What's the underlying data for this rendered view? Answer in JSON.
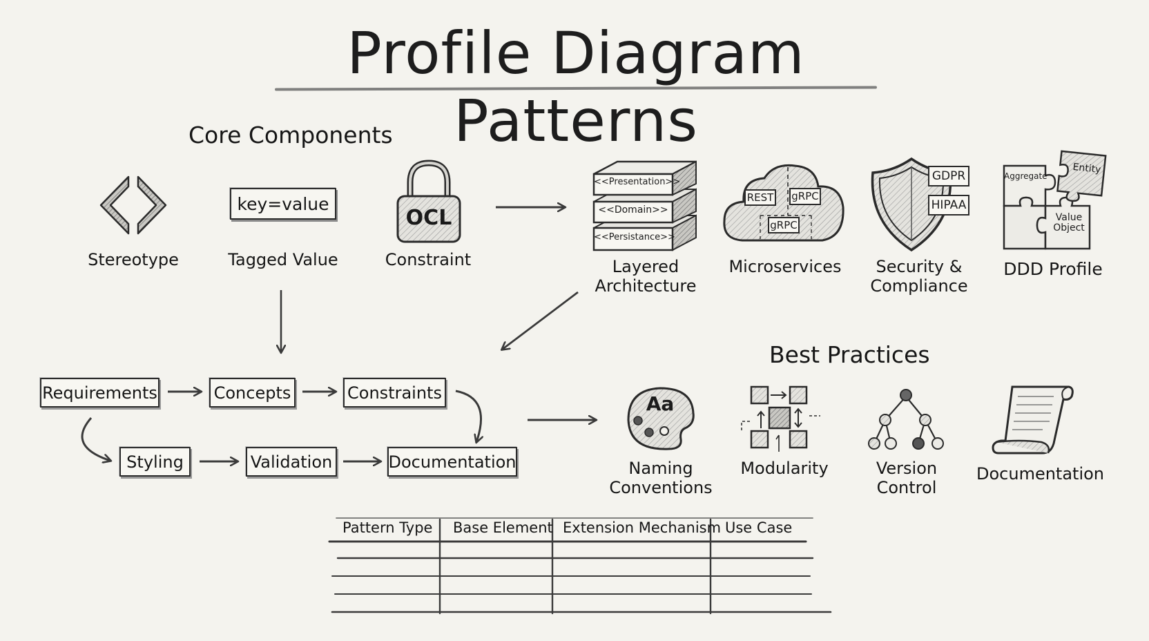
{
  "title": "Profile Diagram Patterns",
  "core_components": {
    "heading": "Core Components",
    "items": [
      {
        "label": "Stereotype",
        "icon": "angle-brackets-icon"
      },
      {
        "label": "Tagged Value",
        "icon": "tag-box-icon",
        "box_text": "key=value"
      },
      {
        "label": "Constraint",
        "icon": "padlock-icon",
        "lock_text": "OCL"
      }
    ]
  },
  "patterns": [
    {
      "label_line1": "Layered",
      "label_line2": "Architecture",
      "icon": "layer-stack-icon",
      "layers": [
        "<<Presentation>>",
        "<<Domain>>",
        "<<Persistance>>"
      ]
    },
    {
      "label": "Microservices",
      "icon": "cloud-icon",
      "tags": [
        "REST",
        "gRPC",
        "gRPC"
      ]
    },
    {
      "label_line1": "Security &",
      "label_line2": "Compliance",
      "icon": "shield-icon",
      "tags": [
        "GDPR",
        "HIPAA"
      ]
    },
    {
      "label": "DDD Profile",
      "icon": "puzzle-icon",
      "pieces": [
        "Aggregate",
        "Entity",
        "Value",
        "Object"
      ]
    }
  ],
  "workflow": {
    "row1": [
      "Requirements",
      "Concepts",
      "Constraints"
    ],
    "row2": [
      "Styling",
      "Validation",
      "Documentation"
    ]
  },
  "best_practices": {
    "heading": "Best Practices",
    "items": [
      {
        "label_line1": "Naming",
        "label_line2": "Conventions",
        "icon": "palette-icon",
        "icon_text": "Aa"
      },
      {
        "label": "Modularity",
        "icon": "modules-icon"
      },
      {
        "label_line1": "Version",
        "label_line2": "Control",
        "icon": "tree-icon"
      },
      {
        "label": "Documentation",
        "icon": "scroll-icon"
      }
    ]
  },
  "table": {
    "headers": [
      "Pattern Type",
      "Base Element",
      "Extension Mechanism",
      "Use Case"
    ],
    "rows": [
      [
        "",
        "",
        "",
        ""
      ],
      [
        "",
        "",
        "",
        ""
      ],
      [
        "",
        "",
        "",
        ""
      ],
      [
        "",
        "",
        "",
        ""
      ]
    ]
  },
  "colors": {
    "background": "#f4f3ee",
    "ink": "#1c1c1c",
    "shade": "#8a8a8a"
  }
}
